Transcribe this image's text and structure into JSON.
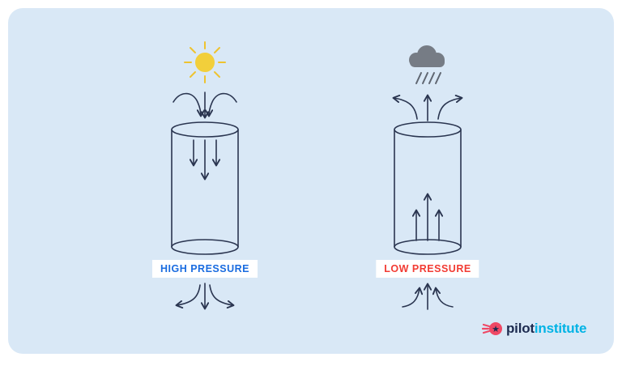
{
  "panel": {
    "bg": "#d9e8f6"
  },
  "diagram": {
    "high": {
      "label": "HIGH PRESSURE",
      "label_color": "#1a6ce0",
      "icon": "sun-icon"
    },
    "low": {
      "label": "LOW PRESSURE",
      "label_color": "#f23b33",
      "icon": "rain-cloud-icon"
    },
    "line_color": "#2a3550",
    "sun_color": "#f2cf3b",
    "cloud_color": "#767c85"
  },
  "logo": {
    "word1": "pilot",
    "word2": "institute",
    "word1_color": "#1d2b50",
    "word2_color": "#00b3e5",
    "icon": "winged-star-icon"
  }
}
